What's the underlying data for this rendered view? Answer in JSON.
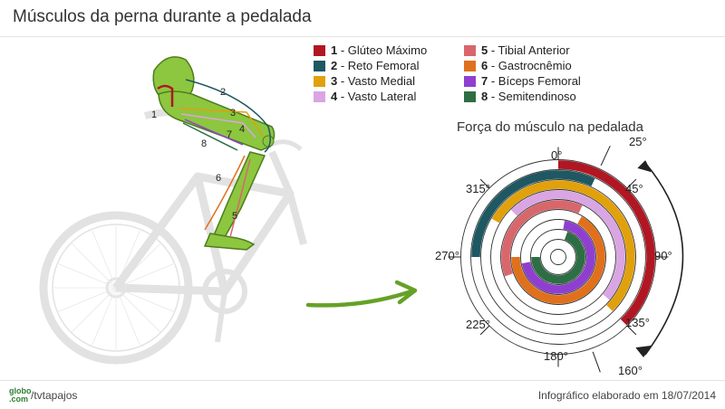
{
  "title": "Músculos da perna durante a pedalada",
  "legend": [
    {
      "num": "1",
      "name": " - Glúteo Máximo",
      "color": "#b01722"
    },
    {
      "num": "2",
      "name": " - Reto Femoral",
      "color": "#1e5862"
    },
    {
      "num": "3",
      "name": " - Vasto Medial",
      "color": "#e0a10c"
    },
    {
      "num": "4",
      "name": " - Vasto Lateral",
      "color": "#d9a5e2"
    },
    {
      "num": "5",
      "name": " - Tibial Anterior",
      "color": "#d8676c"
    },
    {
      "num": "6",
      "name": " - Gastrocnêmio",
      "color": "#e0701c"
    },
    {
      "num": "7",
      "name": " - Bíceps Femoral",
      "color": "#8f3fd0"
    },
    {
      "num": "8",
      "name": " - Semitendinoso",
      "color": "#2e6e45"
    }
  ],
  "figure_labels": [
    "1",
    "2",
    "3",
    "4",
    "5",
    "6",
    "7",
    "8"
  ],
  "chart_title": "Força do músculo na pedalada",
  "angle_labels": {
    "a0": "0°",
    "a25": "25°",
    "a45": "45°",
    "a90": "90°",
    "a135": "135°",
    "a160": "160°",
    "a180": "180°",
    "a225": "225°",
    "a270": "270°",
    "a315": "315°"
  },
  "chart_data": {
    "type": "polar-rings",
    "unit": "degrees",
    "series": [
      {
        "muscle": "Glúteo Máximo",
        "color": "#b01722",
        "start": 0,
        "end": 135
      },
      {
        "muscle": "Reto Femoral",
        "color": "#1e5862",
        "start": 270,
        "end": 25
      },
      {
        "muscle": "Vasto Medial",
        "color": "#e0a10c",
        "start": 300,
        "end": 135
      },
      {
        "muscle": "Vasto Lateral",
        "color": "#d9a5e2",
        "start": 315,
        "end": 130
      },
      {
        "muscle": "Tibial Anterior",
        "color": "#d8676c",
        "start": 250,
        "end": 25
      },
      {
        "muscle": "Gastrocnêmio",
        "color": "#e0701c",
        "start": 30,
        "end": 270
      },
      {
        "muscle": "Bíceps Femoral",
        "color": "#8f3fd0",
        "start": 10,
        "end": 260
      },
      {
        "muscle": "Semitendinoso",
        "color": "#2e6e45",
        "start": 20,
        "end": 270
      }
    ]
  },
  "footer": {
    "logo_top": "globo",
    "logo_bottom": ".com",
    "handle": "/tvtapajos",
    "credit": "Infográfico elaborado em 18/07/2014"
  }
}
